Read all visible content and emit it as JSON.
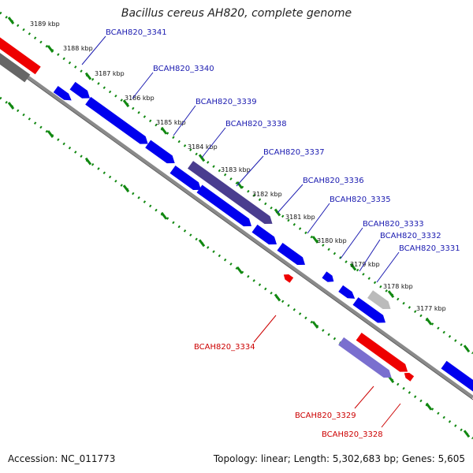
{
  "title": "Bacillus cereus AH820, complete genome",
  "footer": {
    "accession": "Accession: NC_011773",
    "summary": "Topology: linear; Length: 5,302,683 bp; Genes: 5,605"
  },
  "colors": {
    "forward_gene": "#0000ee",
    "reverse_gene": "#ee0000",
    "pseudo_dark": "#4a3d8f",
    "pseudo_light": "#7a6fcf",
    "grey_gene": "#bbbbbb",
    "tick_line": "#118811",
    "backbone": "#888888",
    "label_forward": "#1a1ab0",
    "label_reverse": "#cc0000"
  },
  "kbp_ticks": [
    "3189 kbp",
    "3188 kbp",
    "3187 kbp",
    "3186 kbp",
    "3185 kbp",
    "3184 kbp",
    "3183 kbp",
    "3182 kbp",
    "3181 kbp",
    "3180 kbp",
    "3179 kbp",
    "3178 kbp",
    "3177 kbp"
  ],
  "gene_labels_top": [
    "BCAH820_3341",
    "BCAH820_3340",
    "BCAH820_3339",
    "BCAH820_3338",
    "BCAH820_3337",
    "BCAH820_3336",
    "BCAH820_3335",
    "BCAH820_3333",
    "BCAH820_3332",
    "BCAH820_3331"
  ],
  "gene_labels_bottom": [
    "BCAH820_3334",
    "BCAH820_3329",
    "BCAH820_3328"
  ]
}
